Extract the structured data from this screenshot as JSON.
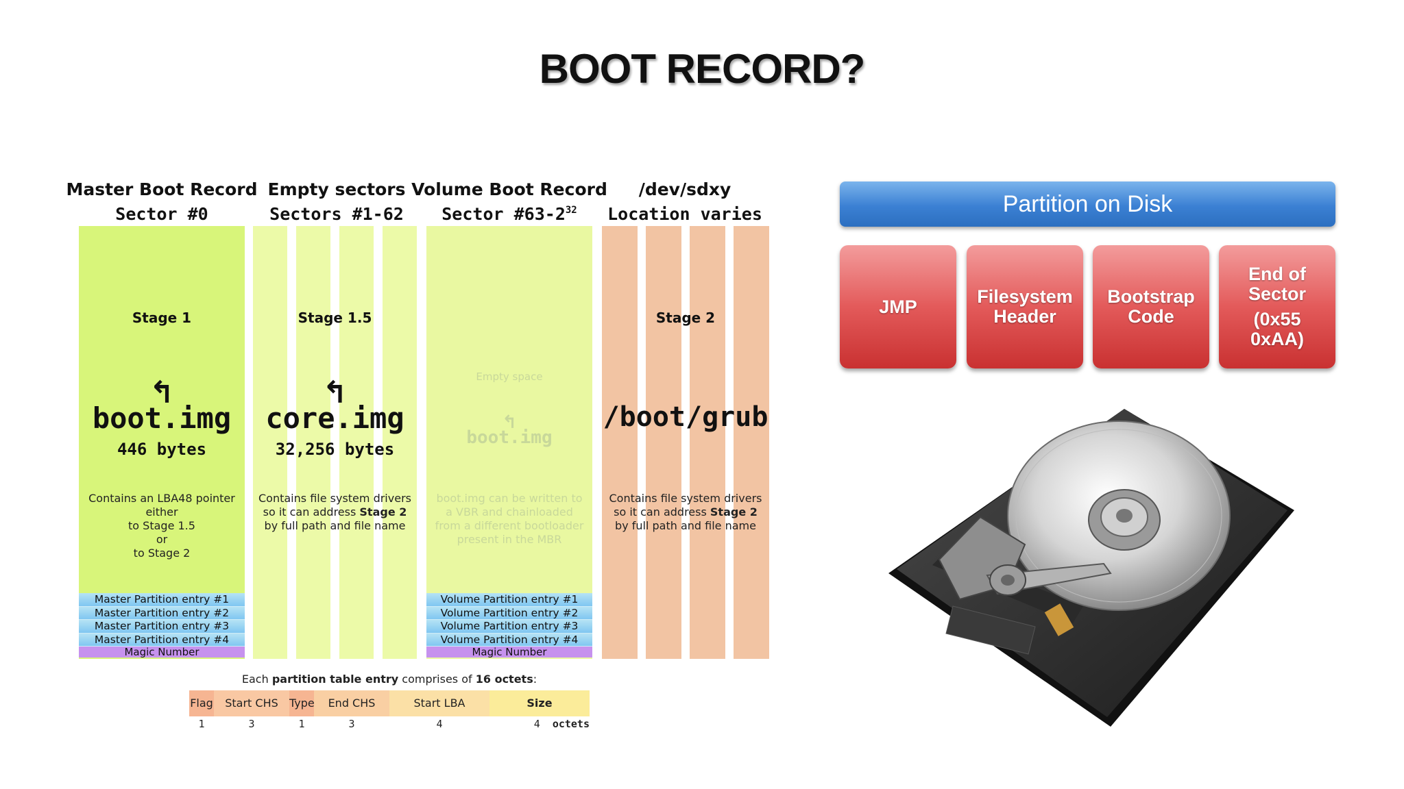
{
  "title": "BOOT RECORD?",
  "columns": [
    {
      "name": "Master Boot Record",
      "sector": "Sector #0",
      "stage": "Stage 1",
      "image": "boot.img",
      "bytes": "446 bytes",
      "desc": [
        "Contains an LBA48 pointer",
        "either",
        "to Stage 1.5",
        "or",
        "to Stage 2"
      ]
    },
    {
      "name": "Empty sectors",
      "sector": "Sectors #1-62",
      "stage": "Stage 1.5",
      "image": "core.img",
      "bytes": "32,256 bytes",
      "desc_pre": "Contains file system drivers",
      "desc_mid_pre": "so it can address ",
      "desc_bold": "Stage 2",
      "desc_post": "by full path and file name"
    },
    {
      "name": "Volume Boot Record",
      "sector_base": "Sector #63-2",
      "sector_sup": "32",
      "empty": "Empty space",
      "image": "boot.img",
      "desc": [
        "boot.img can be written to",
        "a VBR and chainloaded",
        "from a different bootloader",
        "present in the MBR"
      ]
    },
    {
      "name": "/dev/sdxy",
      "sector": "Location varies",
      "stage": "Stage 2",
      "image": "/boot/grub",
      "desc_pre": "Contains file system drivers",
      "desc_mid_pre": "so it can address ",
      "desc_bold": "Stage 2",
      "desc_post": "by full path and file name"
    }
  ],
  "arrow_glyph": "↰",
  "mbr_entries": [
    "Master Partition entry #1",
    "Master Partition entry #2",
    "Master Partition entry #3",
    "Master Partition entry #4"
  ],
  "vbr_entries": [
    "Volume Partition entry #1",
    "Volume Partition entry #2",
    "Volume Partition entry #3",
    "Volume Partition entry #4"
  ],
  "magic": "Magic Number",
  "partition_table": {
    "caption_pre": "Each ",
    "caption_bold1": "partition table entry",
    "caption_mid": " comprises of ",
    "caption_bold2": "16 octets",
    "caption_post": ":",
    "fields": [
      {
        "label": "Flag",
        "size": "1",
        "color": "#f6b592"
      },
      {
        "label": "Start CHS",
        "size": "3",
        "color": "#f9c8a3"
      },
      {
        "label": "Type",
        "size": "1",
        "color": "#f6b592"
      },
      {
        "label": "End CHS",
        "size": "3",
        "color": "#f9cfa3"
      },
      {
        "label": "Start LBA",
        "size": "4",
        "color": "#fbe0a6"
      },
      {
        "label": "Size",
        "size": "4",
        "color": "#fbec9a"
      }
    ],
    "unit": "octets"
  },
  "partition_on_disk": {
    "banner": "Partition on Disk",
    "boxes": [
      [
        "JMP"
      ],
      [
        "Filesystem",
        "Header"
      ],
      [
        "Bootstrap",
        "Code"
      ],
      [
        "End of",
        "Sector",
        "(0x55",
        "0xAA)"
      ]
    ]
  },
  "colors": {
    "mbr": "#d8f57a",
    "strip": "#ecfaa8",
    "vbr": "#e9f8a1",
    "stage2": "#f2c4a3",
    "entry": "#8fcdf2",
    "magic": "#c692ee",
    "banner": "#3b80d3",
    "box": "#e35a5a"
  }
}
